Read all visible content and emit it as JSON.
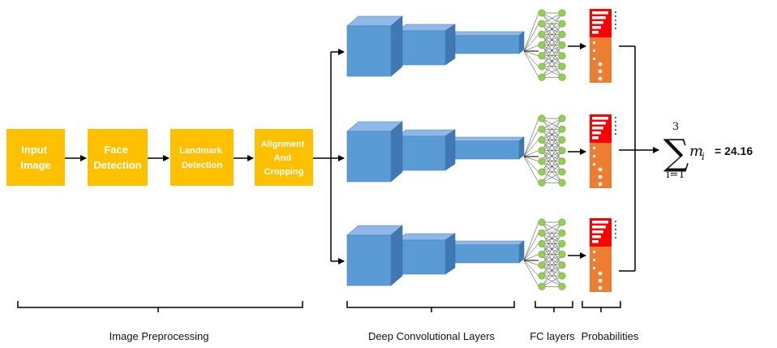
{
  "preprocessing": {
    "steps": [
      {
        "lines": [
          "Input",
          "Image"
        ]
      },
      {
        "lines": [
          "Face",
          "Detection"
        ]
      },
      {
        "lines": [
          "Landmark",
          "Detection"
        ]
      },
      {
        "lines": [
          "Alignment",
          "And",
          "Cropping"
        ]
      }
    ],
    "box_color": "#ffc000"
  },
  "branches": {
    "count": 3,
    "cnn_color": "#5b9bd5",
    "node_color": "#92d050",
    "prob_top_color": "#ff0000",
    "prob_bottom_color": "#ed7d31"
  },
  "sum": {
    "symbol": "∑",
    "lower": "i=1",
    "upper": "3",
    "term": "m",
    "subscript": "i",
    "result": "= 24.16"
  },
  "captions": {
    "image_preprocessing": "Image Preprocessing",
    "deep_conv_layers": "Deep Convolutional Layers",
    "fc_layers": "FC layers",
    "probabilities": "Probabilities"
  }
}
